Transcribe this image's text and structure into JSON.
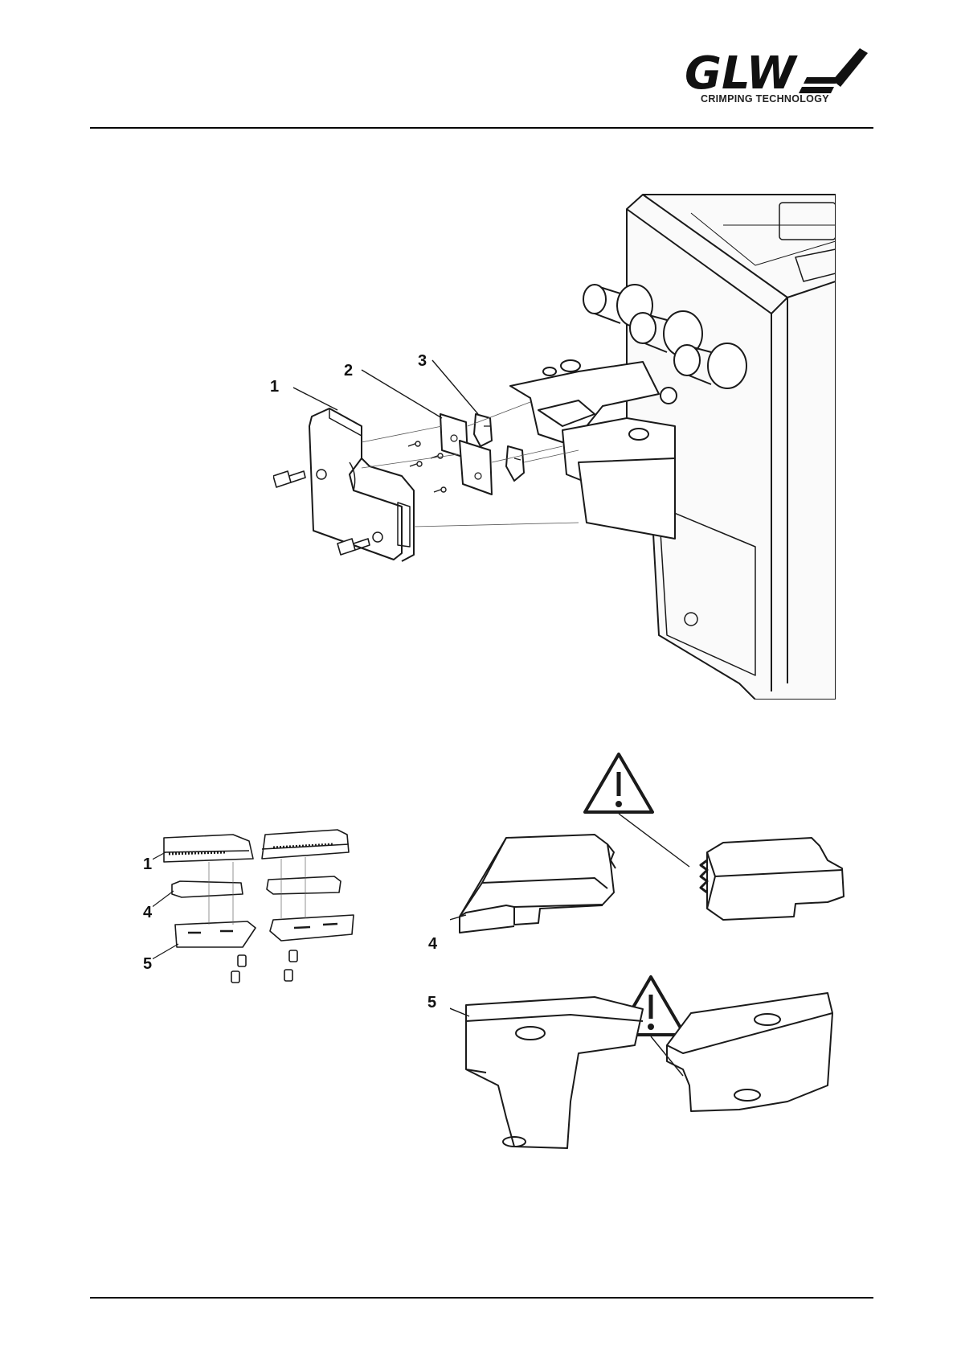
{
  "header": {
    "logo_text": "GLW",
    "logo_subtitle": "CRIMPING TECHNOLOGY"
  },
  "figure_top": {
    "callouts": [
      "1",
      "2",
      "3"
    ]
  },
  "figure_bottom_left": {
    "callouts": [
      "1",
      "4",
      "5"
    ]
  },
  "figure_bottom_right": {
    "callouts": [
      "4",
      "5"
    ],
    "warning_icon": "warning-triangle-icon"
  },
  "colors": {
    "line": "#1a1a1a",
    "fill": "#f2f2f2",
    "rule": "#000000"
  }
}
